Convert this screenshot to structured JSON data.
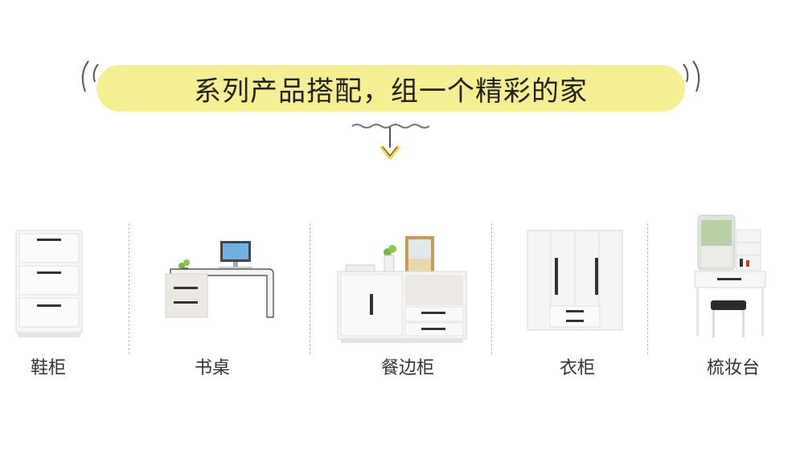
{
  "banner": {
    "title": "系列产品搭配，组一个精彩的家"
  },
  "colors": {
    "banner_bg": "#f6ee92",
    "arrow": "#f2d84a"
  },
  "products": [
    {
      "label": "鞋柜",
      "icon": "shoe-cabinet-icon"
    },
    {
      "label": "书桌",
      "icon": "desk-icon"
    },
    {
      "label": "餐边柜",
      "icon": "sideboard-icon"
    },
    {
      "label": "衣柜",
      "icon": "wardrobe-icon"
    },
    {
      "label": "梳妆台",
      "icon": "dressing-table-icon"
    }
  ]
}
